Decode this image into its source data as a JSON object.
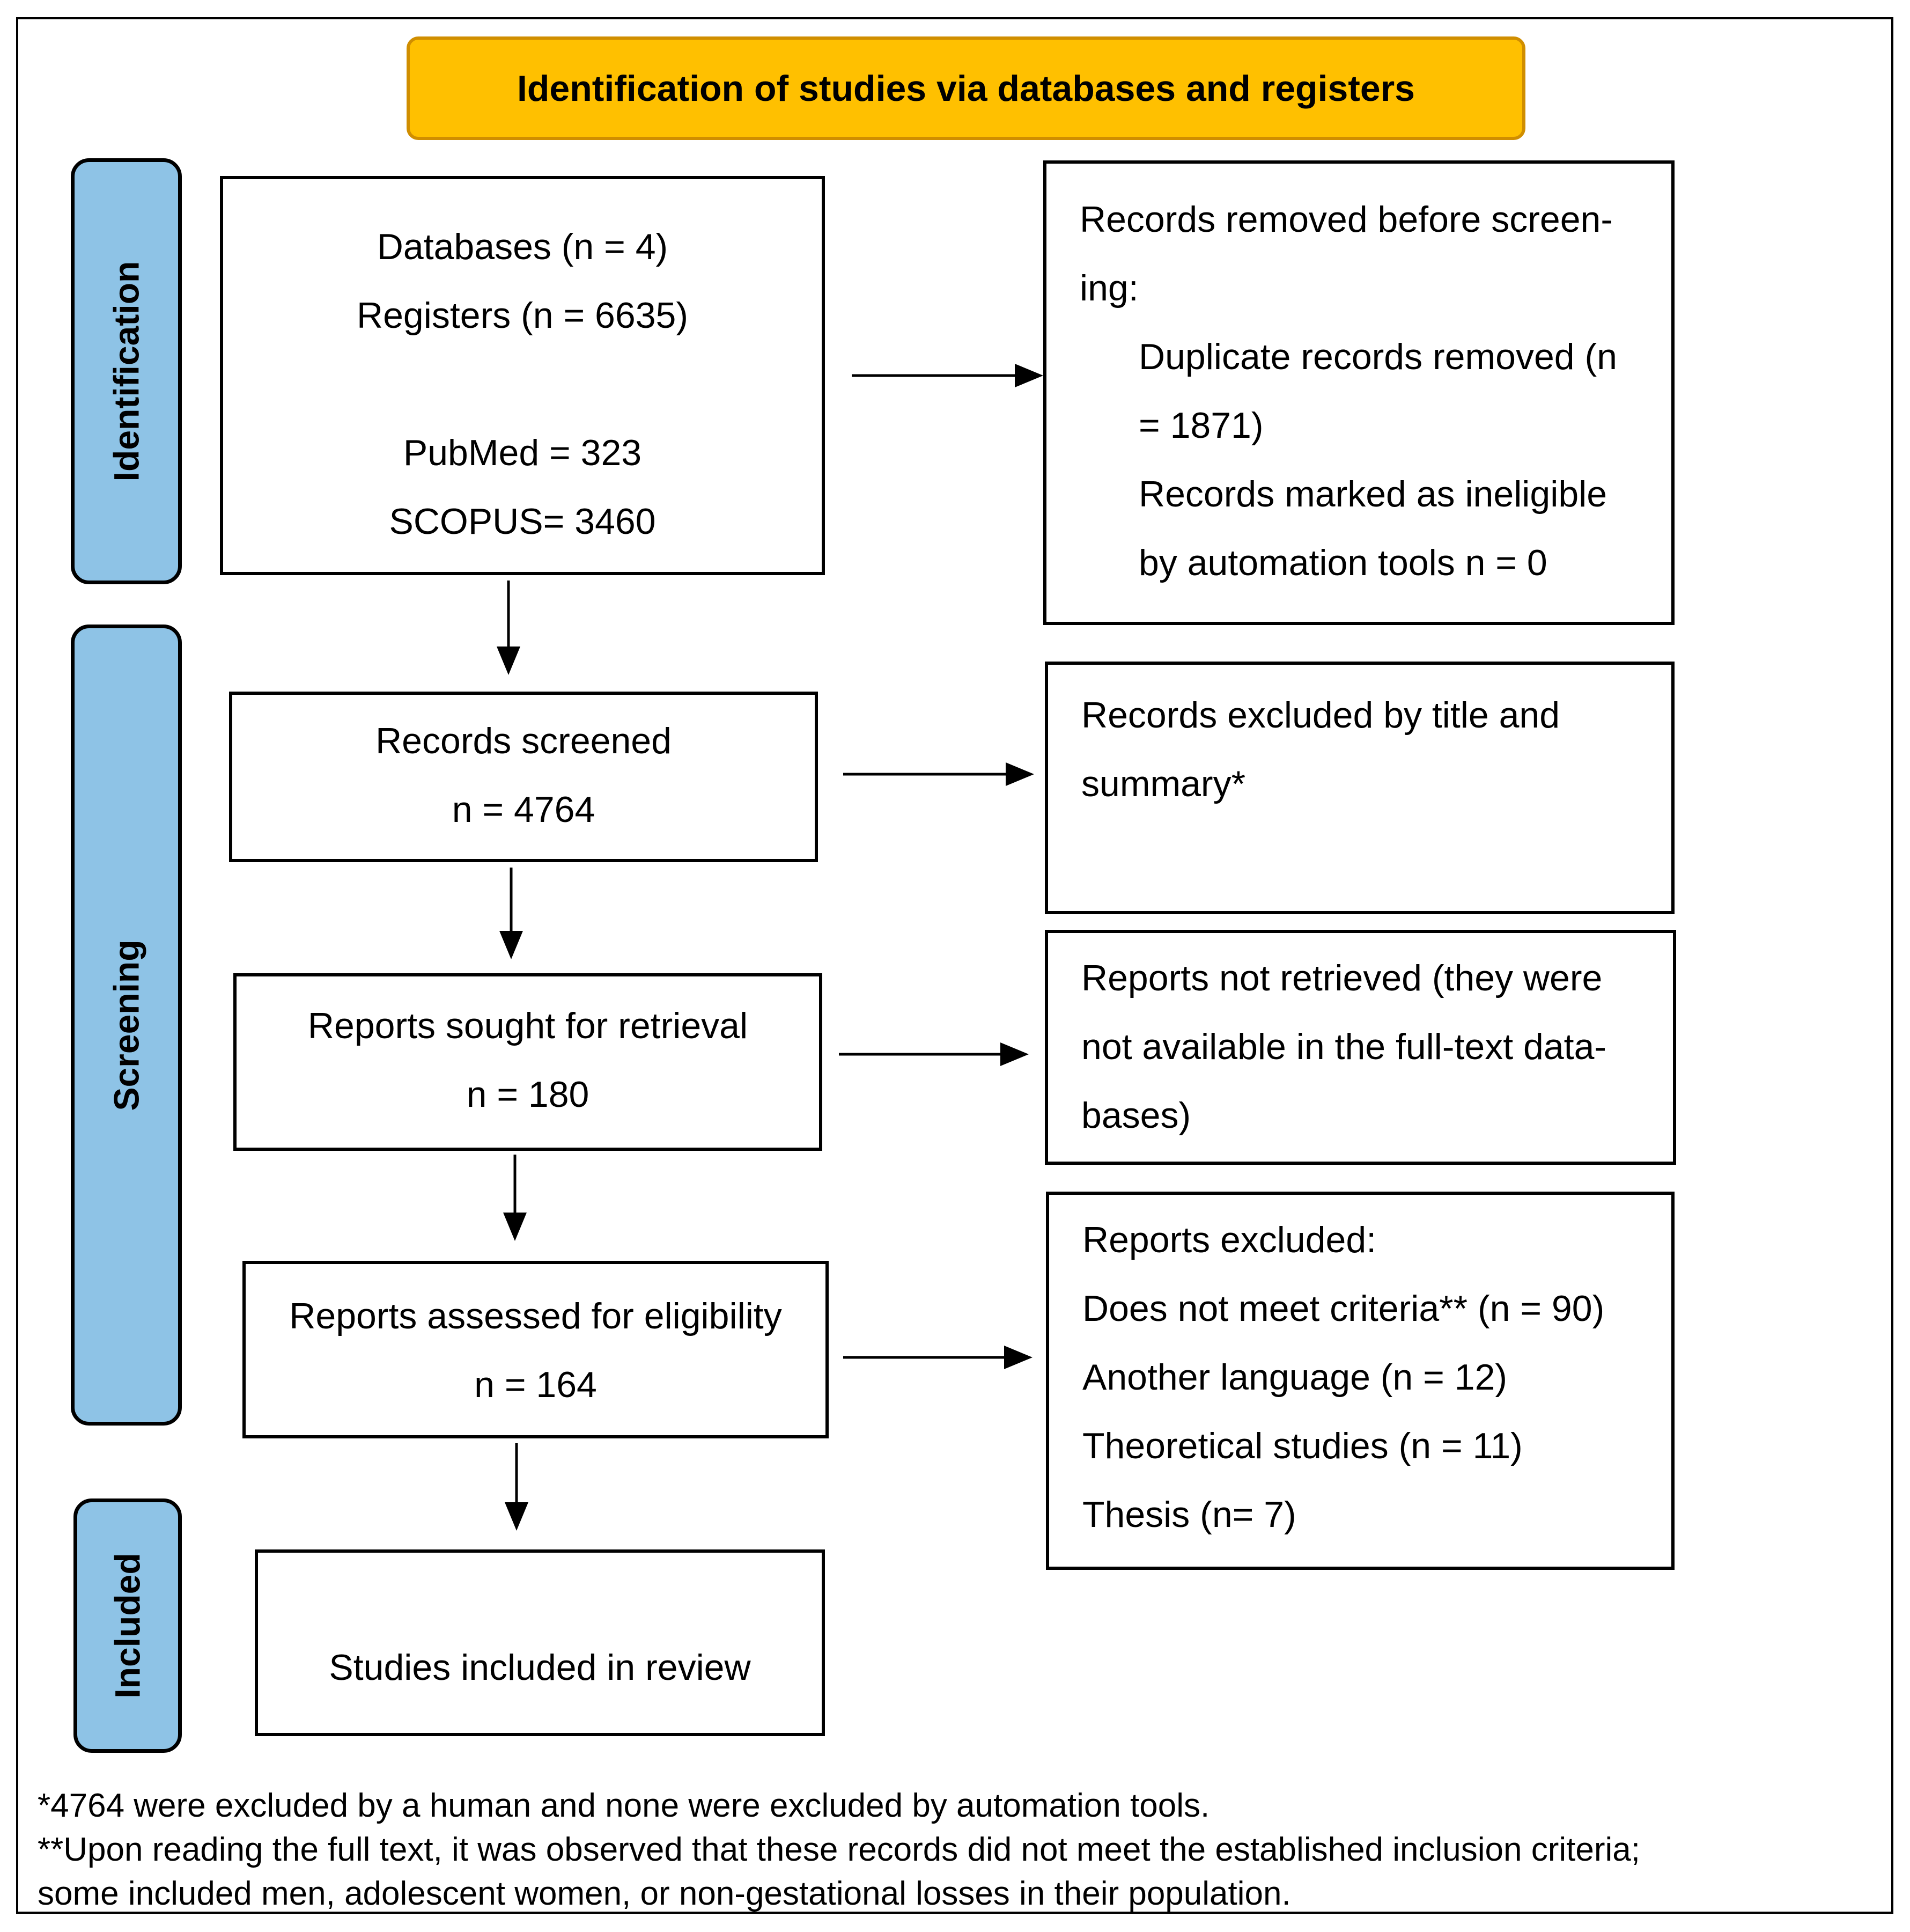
{
  "header": {
    "title": "Identification of studies via databases and registers"
  },
  "phases": {
    "identification": "Identification",
    "screening": "Screening",
    "included": "Included"
  },
  "boxes": {
    "sources": {
      "databases": "Databases (n = 4)",
      "registers": "Registers (n = 6635)",
      "pubmed": "PubMed = 323",
      "scopus": "SCOPUS= 3460"
    },
    "removed_before_screening": {
      "line1": "Records removed before screen-",
      "line2": "ing:",
      "line3": "Duplicate records removed (n",
      "line4": "= 1871)",
      "line5": "Records marked as ineligible",
      "line6": "by automation tools n = 0"
    },
    "records_screened": {
      "label": "Records screened",
      "count": "n = 4764"
    },
    "excluded_title": {
      "line1": "Records excluded by title and",
      "line2": "summary*"
    },
    "sought_retrieval": {
      "label": "Reports sought for retrieval",
      "count": "n = 180"
    },
    "not_retrieved": {
      "line1": "Reports not retrieved (they were",
      "line2": "not available in the full-text data-",
      "line3": "bases)"
    },
    "assessed_eligibility": {
      "label": "Reports assessed for eligibility",
      "count": "n = 164"
    },
    "reports_excluded": {
      "heading": "Reports excluded:",
      "reason1": "Does not meet criteria** (n = 90)",
      "reason2": "Another language (n = 12)",
      "reason3": "Theoretical studies (n = 11)",
      "reason4": "Thesis (n= 7)"
    },
    "included_studies": {
      "label": "Studies included in review"
    }
  },
  "notes": {
    "note1": "*4764 were excluded by a human and none were excluded by automation tools.",
    "note2": "**Upon reading the full text, it was observed that these records did not meet the established inclusion criteria;",
    "note3": "some included men, adolescent women, or non-gestational losses in their population."
  }
}
